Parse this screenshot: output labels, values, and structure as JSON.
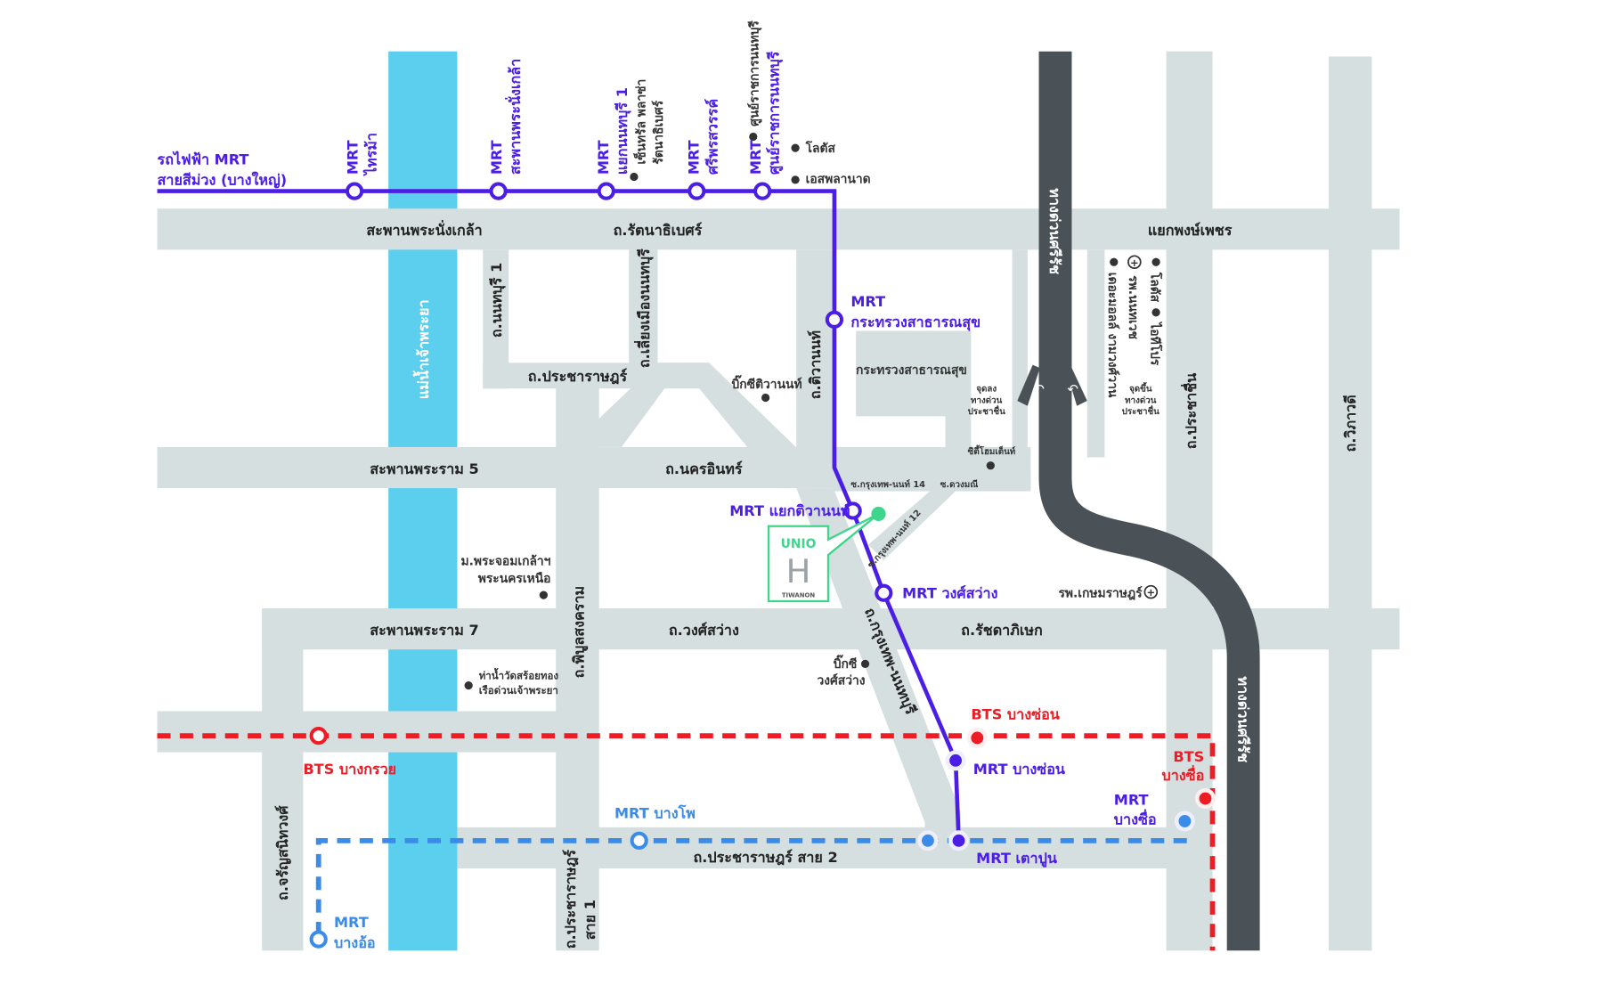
{
  "colors": {
    "road": "#d5dfdf",
    "river": "#5ccfee",
    "expressway": "#4a5257",
    "mrt_purple": "#4b1ee6",
    "bts": "#ee1c24",
    "mrt_blue": "#3b8be8",
    "project": "#3dd68c"
  },
  "legend": {
    "line1": "รถไฟฟ้า MRT",
    "line2": "สายสีม่วง (บางใหญ่)"
  },
  "purple_stations": {
    "sainma": [
      "MRT",
      "ไทรม้า"
    ],
    "phranangklao": [
      "MRT",
      "สะพานพระนั่งเกล้า"
    ],
    "nonthaburi1": [
      "MRT",
      "แยกนนทบุรี 1"
    ],
    "sriphon": [
      "MRT",
      "ศรีพรสวรรค์"
    ],
    "govcenter": [
      "MRT",
      "ศูนย์ราชการนนทบุรี"
    ],
    "moph": [
      "MRT",
      "กระทรวงสาธารณสุข"
    ],
    "tiwanon": "MRT แยกติวานนท์",
    "wongsawang": "MRT วงศ์สว่าง",
    "bangson": "MRT บางซ่อน",
    "taopoon": "MRT เตาปูน",
    "bangsue": [
      "MRT",
      "บางซื่อ"
    ]
  },
  "bts_stations": {
    "bangkruai": "BTS บางกรวย",
    "bangson": "BTS บางซ่อน",
    "bangsue": [
      "BTS",
      "บางซื่อ"
    ]
  },
  "blue_stations": {
    "bangpho": "MRT บางโพ",
    "bango": [
      "MRT",
      "บางอ้อ"
    ]
  },
  "roads": {
    "phranangklao_bridge": "สะพานพระนั่งเกล้า",
    "rattanathibet": "ถ.รัตนาธิเบศร์",
    "pongphet": "แยกพงษ์เพชร",
    "rama5_bridge": "สะพานพระราม 5",
    "nakhonin": "ถ.นครอินทร์",
    "rama7_bridge": "สะพานพระราม 7",
    "wongsawang": "ถ.วงศ์สว่าง",
    "ratchadaphisek": "ถ.รัชดาภิเษก",
    "pracharat": "ถ.ประชาราษฎร์",
    "pracharat2": "ถ.ประชาราษฎร์ สาย 2",
    "nonthaburi1": "ถ.นนทบุรี 1",
    "river": "แม่น้ำเจ้าพระยา",
    "liangmueang": "ถ.เลี่ยงเมืองนนทบุรี",
    "tiwanon": "ถ.ติวานนท์",
    "phibun": "ถ.พิบูลสงคราม",
    "charan": "ถ.จรัญสนิทวงศ์",
    "pracharat1": [
      "ถ.ประชาราษฎร์",
      "สาย 1"
    ],
    "expressway": "ทางด่วนศรีรัช",
    "prachachuen": "ถ.ประชาชื่น",
    "vibhavadi": "ถ.วิภาวดี",
    "krungthep_nonthaburi": "ถ.กรุงเทพ-นนทบุรี",
    "soi14": "ซ.กรุงเทพ-นนท์ 14",
    "duangmanee": "ซ.ดวงมณี",
    "soi12": "ซ.กรุงเทพ-นนท์ 12"
  },
  "pois": {
    "central": [
      "เซ็นทรัล พลาซ่า",
      "รัตนาธิเบศร์"
    ],
    "govcenter": "ศูนย์ราชการนนทบุรี",
    "lotus1": "โลตัส",
    "esplanade": "เอสพลานาด",
    "bigc_tiwanon": "บิ๊กซีติวานนท์",
    "moph": "กระทรวงสาธารณสุข",
    "exit_down": [
      "จุดลง",
      "ทางด่วน",
      "ประชาชื่น"
    ],
    "exit_up": [
      "จุดขึ้น",
      "ทางด่วน",
      "ประชาชื่น"
    ],
    "cityhome": "ซิตี้โฮมเต็นท์",
    "mall": "เดอะมอลล์ งามวงศ์วาน",
    "nonthavej": "รพ.นนทเวช",
    "lotus2": "โลตัส",
    "itpro": "ไอทีโปร",
    "kasemrad": "รพ.เกษมราษฎร์",
    "kmutnb": [
      "ม.พระจอมเกล้าฯ",
      "พระนครเหนือ"
    ],
    "pier": [
      "ท่าน้ำวัดสร้อยทอง",
      "เรือด่วนเจ้าพระยา"
    ],
    "bigc_ws": [
      "บิ๊กซี",
      "วงศ์สว่าง"
    ]
  },
  "project": {
    "brand": "UNIO",
    "mark": "H",
    "name": "TIWANON"
  }
}
